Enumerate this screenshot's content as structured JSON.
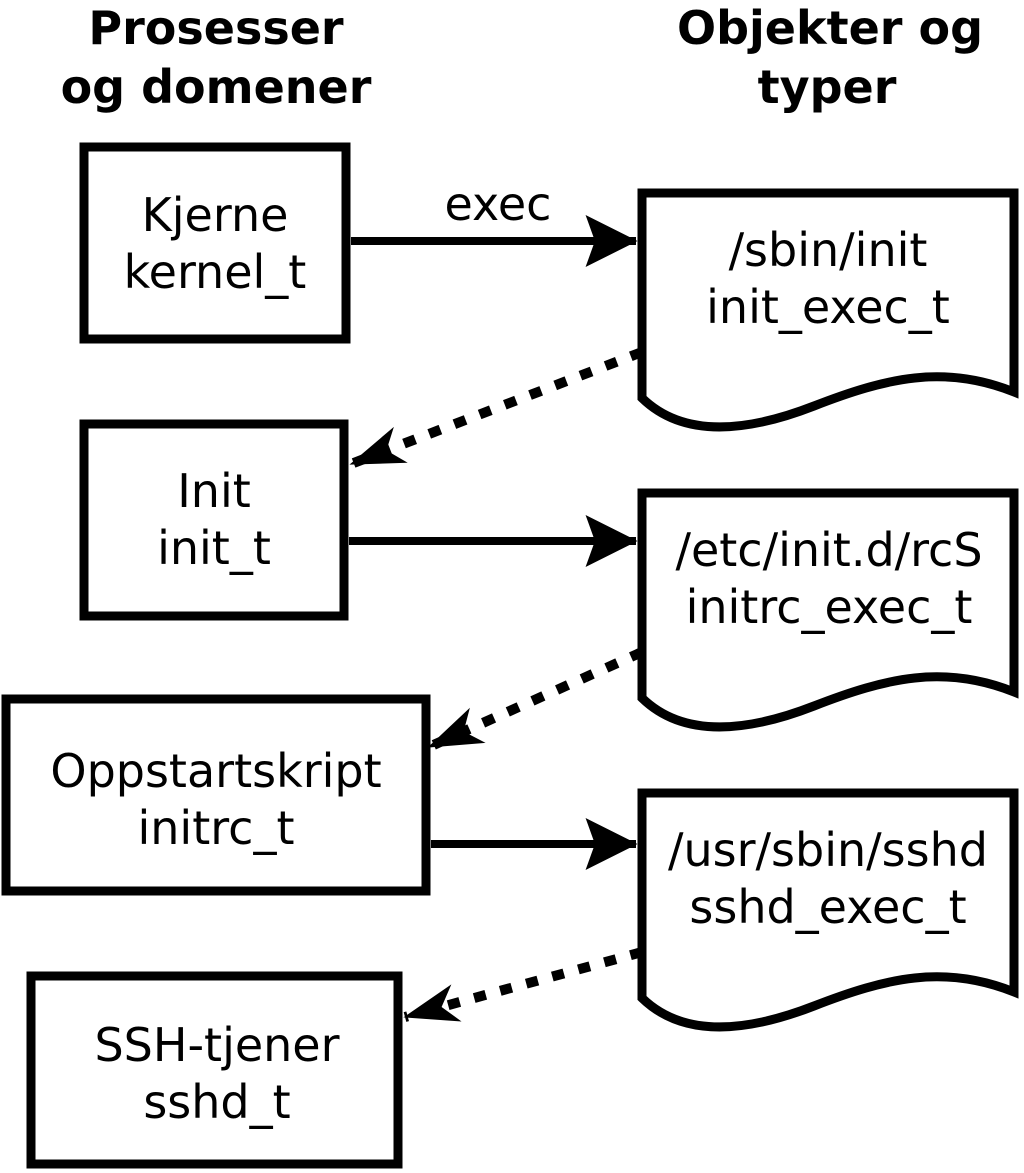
{
  "columns": {
    "processes": {
      "line1": "Prosesser",
      "line2": "og domener"
    },
    "objects": {
      "line1": "Objekter og",
      "line2": "typer"
    }
  },
  "process_nodes": [
    {
      "name": "Kjerne",
      "type": "kernel_t"
    },
    {
      "name": "Init",
      "type": "init_t"
    },
    {
      "name": "Oppstartskript",
      "type": "initrc_t"
    },
    {
      "name": "SSH-tjener",
      "type": "sshd_t"
    }
  ],
  "object_nodes": [
    {
      "path": "/sbin/init",
      "type": "init_exec_t"
    },
    {
      "path": "/etc/init.d/rcS",
      "type": "initrc_exec_t"
    },
    {
      "path": "/usr/sbin/sshd",
      "type": "sshd_exec_t"
    }
  ],
  "labels": {
    "exec": "exec"
  },
  "colors": {
    "line": "#000000",
    "node_fill": "#ffffff",
    "text": "#000000",
    "background": "#ffffff"
  }
}
